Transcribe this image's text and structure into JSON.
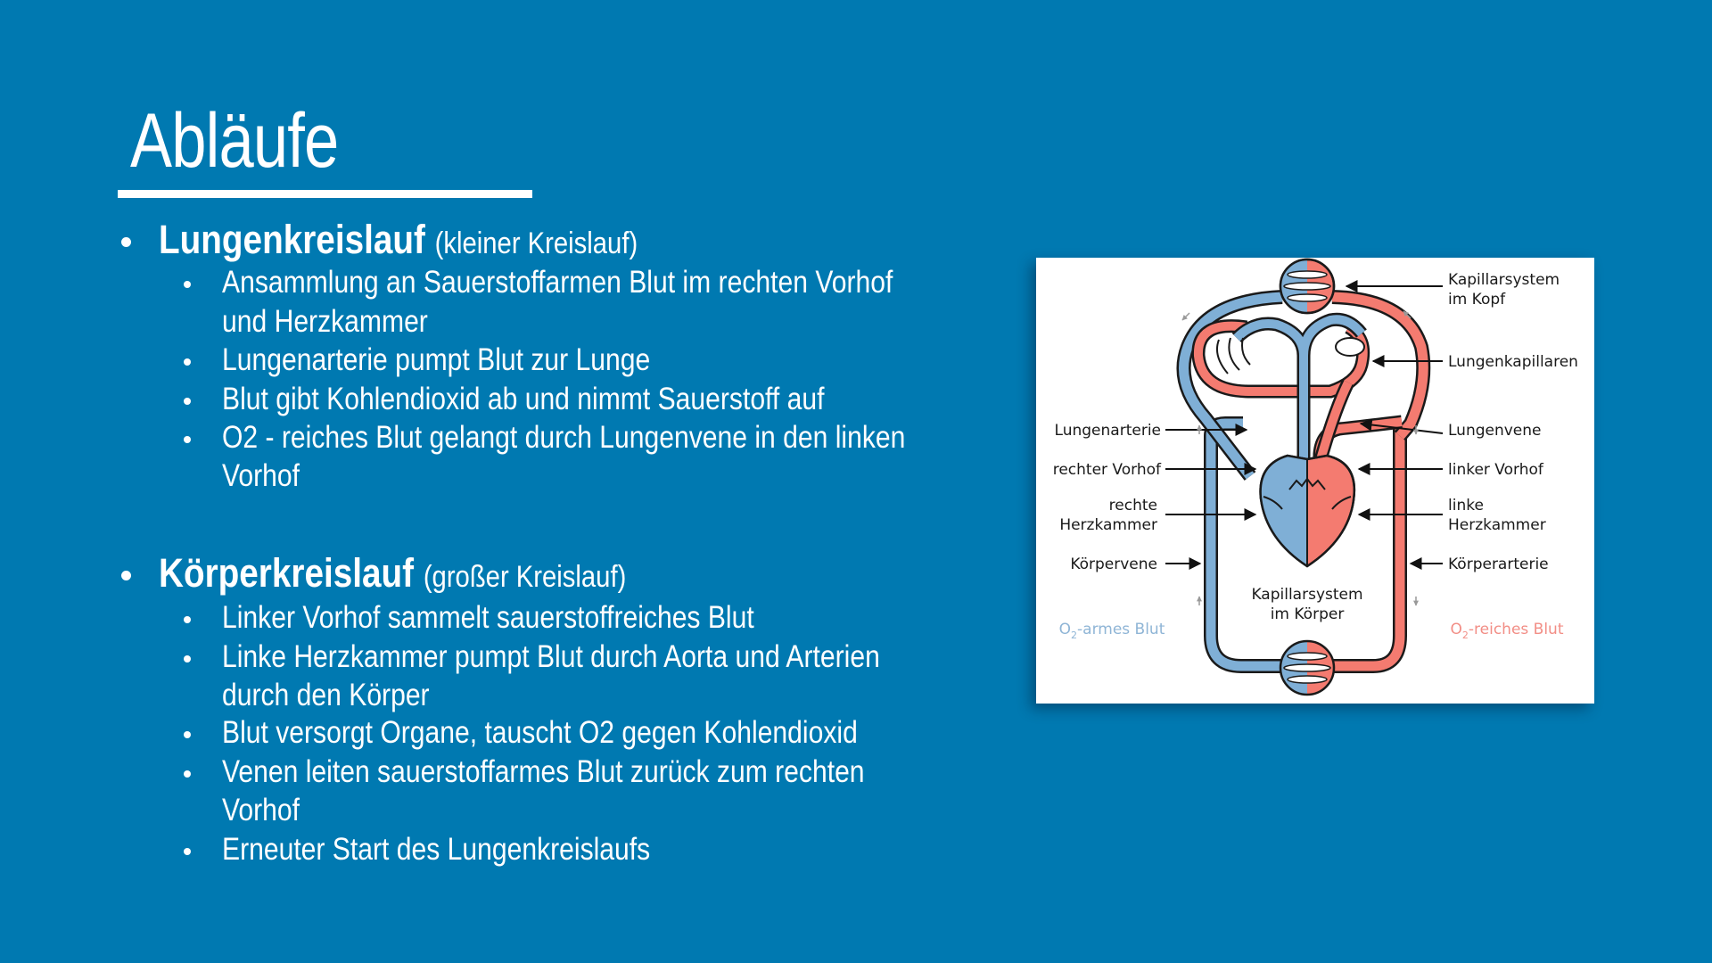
{
  "slide": {
    "title": "Abläufe",
    "background_color": "#0079B1",
    "text_color": "#FFFFFF"
  },
  "sections": [
    {
      "heading": "Lungenkreislauf",
      "heading_note": "(kleiner Kreislauf)",
      "bullets": [
        [
          "Ansammlung an Sauerstoffarmen Blut im rechten Vorhof",
          "und Herzkammer"
        ],
        [
          "Lungenarterie  pumpt Blut zur Lunge"
        ],
        [
          "Blut gibt Kohlendioxid ab und nimmt Sauerstoff auf"
        ],
        [
          "O2 - reiches Blut gelangt durch Lungenvene in den linken",
          "Vorhof"
        ]
      ]
    },
    {
      "heading": "Körperkreislauf",
      "heading_note": "(großer Kreislauf)",
      "bullets": [
        [
          "Linker Vorhof sammelt sauerstoffreiches  Blut"
        ],
        [
          "Linke Herzkammer  pumpt Blut durch Aorta und Arterien",
          "durch den Körper"
        ],
        [
          "Blut versorgt Organe,  tauscht O2 gegen  Kohlendioxid"
        ],
        [
          "Venen leiten sauerstoffarmes  Blut zurück zum rechten",
          "Vorhof"
        ],
        [
          "Erneuter Start des Lungenkreislaufs"
        ]
      ]
    }
  ],
  "diagram": {
    "colors": {
      "oxygen_poor": "#7FAFD6",
      "oxygen_rich": "#F47B70",
      "outline": "#1a1a1a",
      "legend_poor": "#8FB5D6",
      "legend_rich": "#F28E86"
    },
    "labels_left": {
      "lungenarterie": "Lungenarterie",
      "rechter_vorhof": "rechter Vorhof",
      "rechte_herzkammer_1": "rechte",
      "rechte_herzkammer_2": "Herzkammer",
      "koerpervene": "Körpervene"
    },
    "labels_right": {
      "kapillar_kopf_1": "Kapillarsystem",
      "kapillar_kopf_2": "im Kopf",
      "lungenkapillaren": "Lungenkapillaren",
      "lungenvene": "Lungenvene",
      "linker_vorhof": "linker Vorhof",
      "linke_herzkammer_1": "linke",
      "linke_herzkammer_2": "Herzkammer",
      "koerperarterie": "Körperarterie"
    },
    "center_label_1": "Kapillarsystem",
    "center_label_2": "im Körper",
    "legend": {
      "poor_prefix": "O",
      "poor_sub": "2",
      "poor_suffix": "-armes Blut",
      "rich_prefix": "O",
      "rich_sub": "2",
      "rich_suffix": "-reiches Blut"
    }
  }
}
